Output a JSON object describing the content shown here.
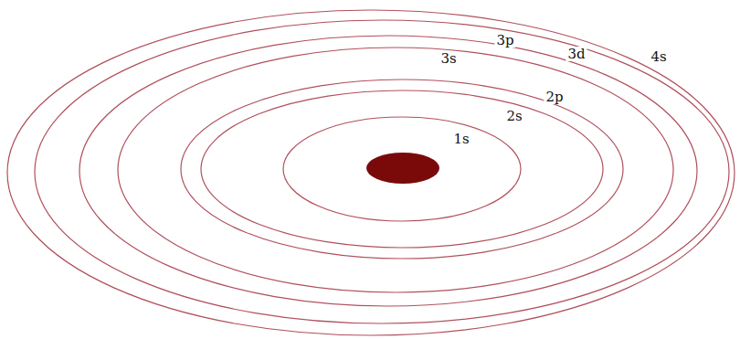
{
  "diagram": {
    "labels": [
      "1s",
      "2s",
      "2p",
      "3s",
      "3p",
      "3d",
      "4s"
    ]
  }
}
